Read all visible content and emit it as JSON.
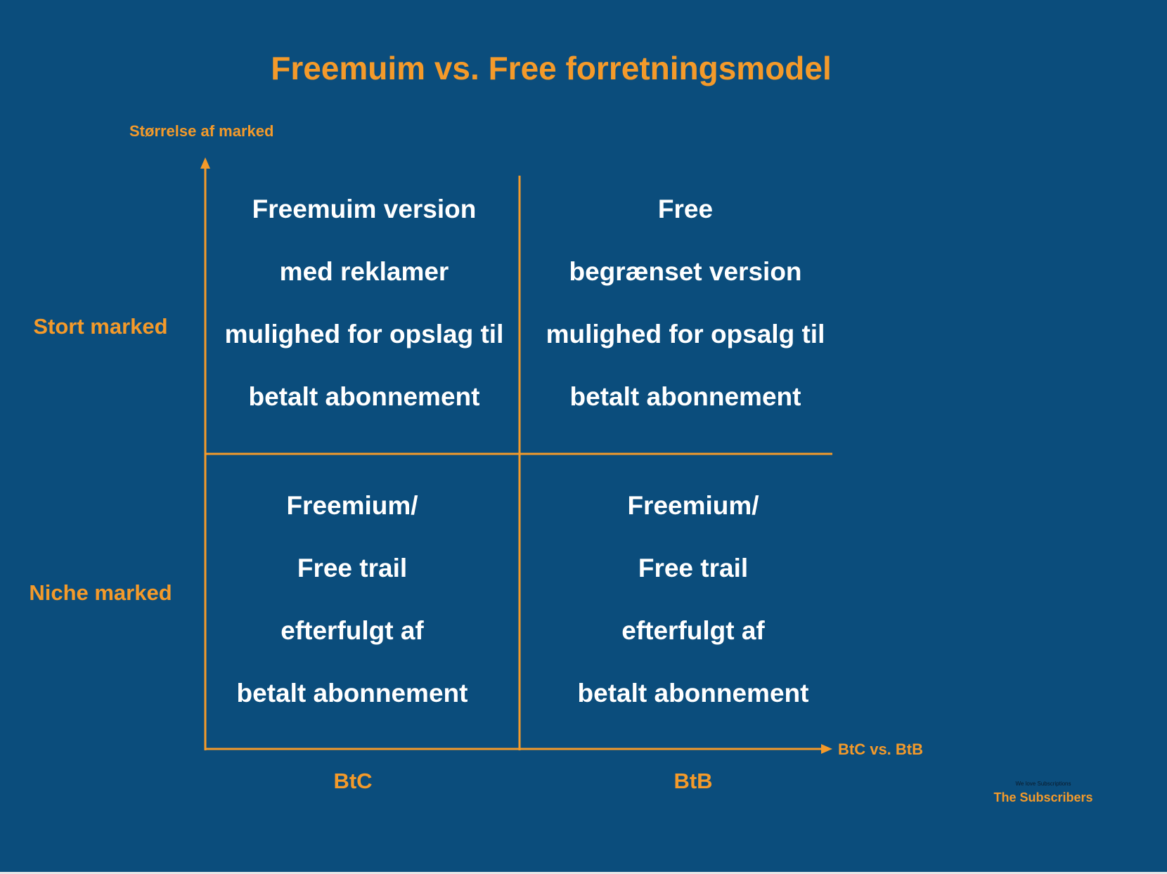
{
  "title": "Freemuim vs. Free forretningsmodel",
  "y_axis_label": "Størrelse af marked",
  "x_axis_label": "BtC vs. BtB",
  "row_labels": {
    "top": "Stort marked",
    "bottom": "Niche marked"
  },
  "col_labels": {
    "left": "BtC",
    "right": "BtB"
  },
  "quadrants": {
    "top_left": [
      "Freemuim version",
      "med reklamer",
      "mulighed for opslag til",
      "betalt abonnement"
    ],
    "top_right": [
      "Free",
      "begrænset version",
      "mulighed for opsalg til",
      "betalt abonnement"
    ],
    "bottom_left": [
      "Freemium/",
      "Free trail",
      "efterfulgt af",
      "betalt abonnement"
    ],
    "bottom_right": [
      "Freemium/",
      "Free trail",
      "efterfulgt af",
      "betalt abonnement"
    ]
  },
  "brand": {
    "tagline": "We love Subscriptions",
    "name": "The Subscribers"
  },
  "colors": {
    "background": "#0b4d7c",
    "accent": "#f49a2a",
    "text": "#ffffff"
  }
}
